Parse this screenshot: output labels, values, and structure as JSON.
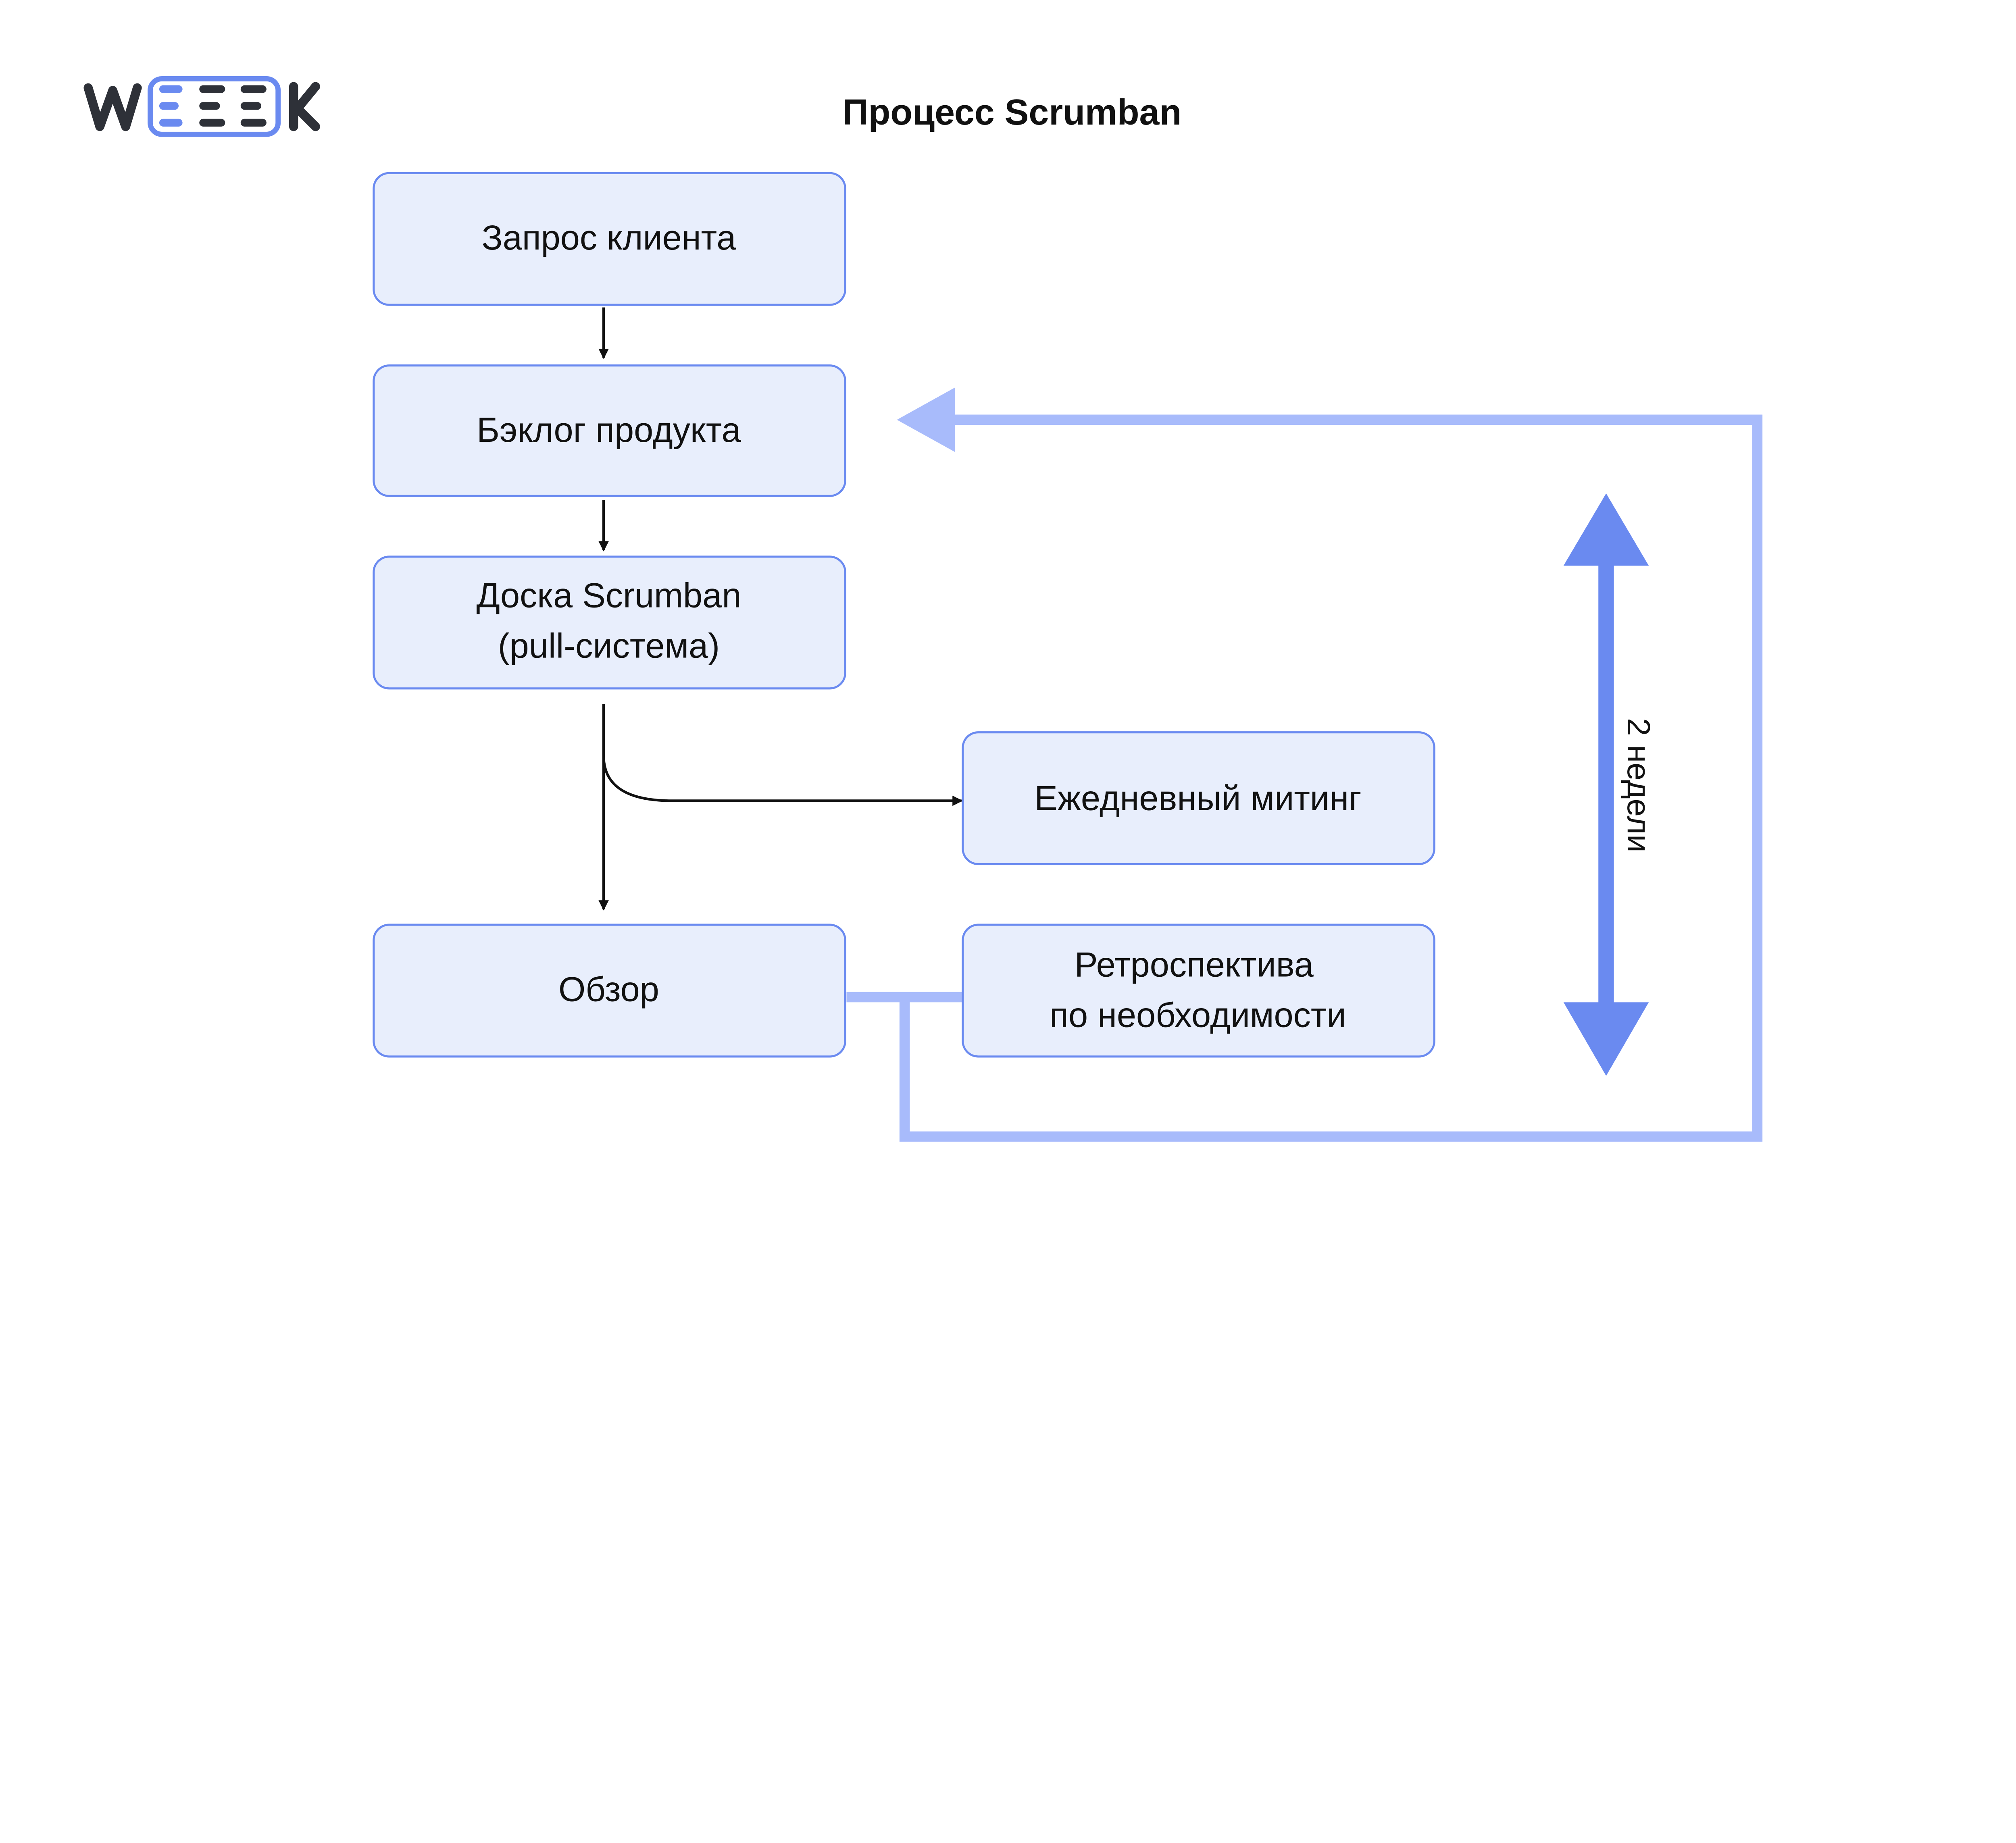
{
  "logo": {
    "text": "WEEEK"
  },
  "title": "Процесс Scrumban",
  "nodes": {
    "client_request": "Запрос клиента",
    "product_backlog": "Бэклог продукта",
    "board_line1": "Доска Scrumban",
    "board_line2": "(pull-система)",
    "daily_meeting": "Ежедневный митинг",
    "review": "Обзор",
    "retro_line1": "Ретроспектива",
    "retro_line2": "по необходимости"
  },
  "cycle_label": "2 недели",
  "colors": {
    "box_fill": "#e8eefc",
    "box_stroke": "#6a8af0",
    "feedback_line": "#a8bbfb",
    "cycle_arrow": "#6a8af0",
    "logo_dark": "#2e3138",
    "logo_accent": "#6a8af0"
  }
}
